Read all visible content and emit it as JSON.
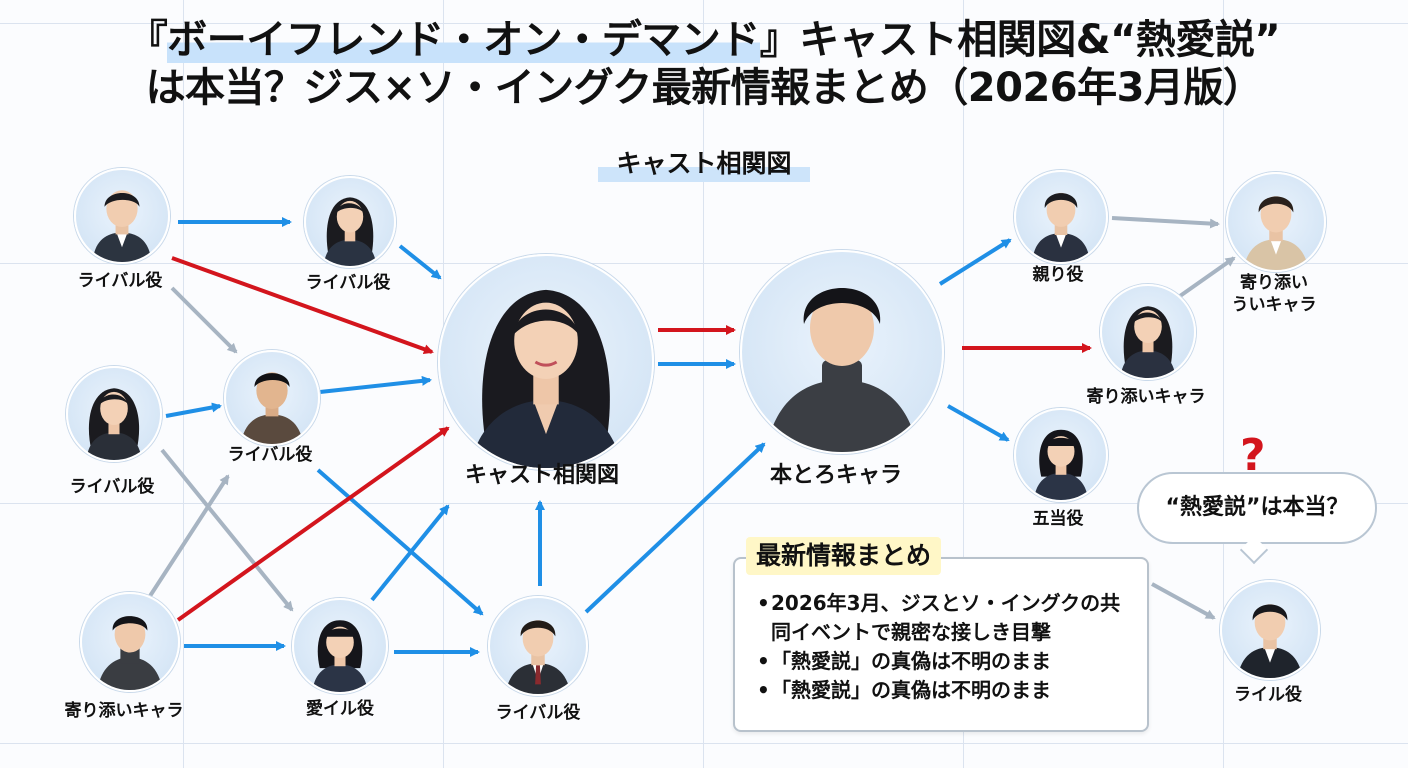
{
  "title": {
    "line1_pre": "『",
    "line1_highlight": "ボーイフレンド・オン・デマンド",
    "line1_post": "』キャスト相関図&“熱愛説”",
    "line2": "は本当？ジス×ソ・イングク最新情報まとめ（2026年3月版）"
  },
  "diagram_heading": "キャスト相関図",
  "colors": {
    "blue_arrow": "#1f8fe6",
    "red_arrow": "#d3151d",
    "gray_arrow": "#a7b4c2",
    "avatar_bg": "#d6e6f6",
    "highlight_blue": "#c8e2fb",
    "highlight_yellow": "#fff7c7"
  },
  "nodes": {
    "n1": {
      "label": "ライバル役",
      "gender": "male"
    },
    "n2": {
      "label": "ライバル役",
      "gender": "female"
    },
    "n3": {
      "label": "ライバル役",
      "gender": "male"
    },
    "n4": {
      "label": "ライバル役",
      "gender": "female"
    },
    "n5": {
      "label": "寄り添いキャラ",
      "gender": "male"
    },
    "n6": {
      "label": "愛イル役",
      "gender": "female"
    },
    "n7": {
      "label": "ライバル役",
      "gender": "male"
    },
    "center_female": {
      "label": "キャスト相関図",
      "gender": "female"
    },
    "center_male": {
      "label": "本とろキャラ",
      "gender": "male"
    },
    "r1": {
      "label": "親り役",
      "gender": "male"
    },
    "r2": {
      "label": "寄り添い\nういキャラ",
      "gender": "male"
    },
    "r3": {
      "label": "寄り添いキャラ",
      "gender": "female"
    },
    "r4": {
      "label": "五当役",
      "gender": "female"
    },
    "r5": {
      "label": "ライル役",
      "gender": "male"
    }
  },
  "bubble": {
    "text": "“熱愛説”は本当？",
    "mark": "?"
  },
  "info": {
    "title": "最新情報まとめ",
    "items": [
      "2026年3月、ジスとソ・イングクの共同イベントで親密な接しき目撃",
      "「熱愛説」の真偽は不明のまま",
      "「熱愛説」の真偽は不明のまま"
    ]
  }
}
